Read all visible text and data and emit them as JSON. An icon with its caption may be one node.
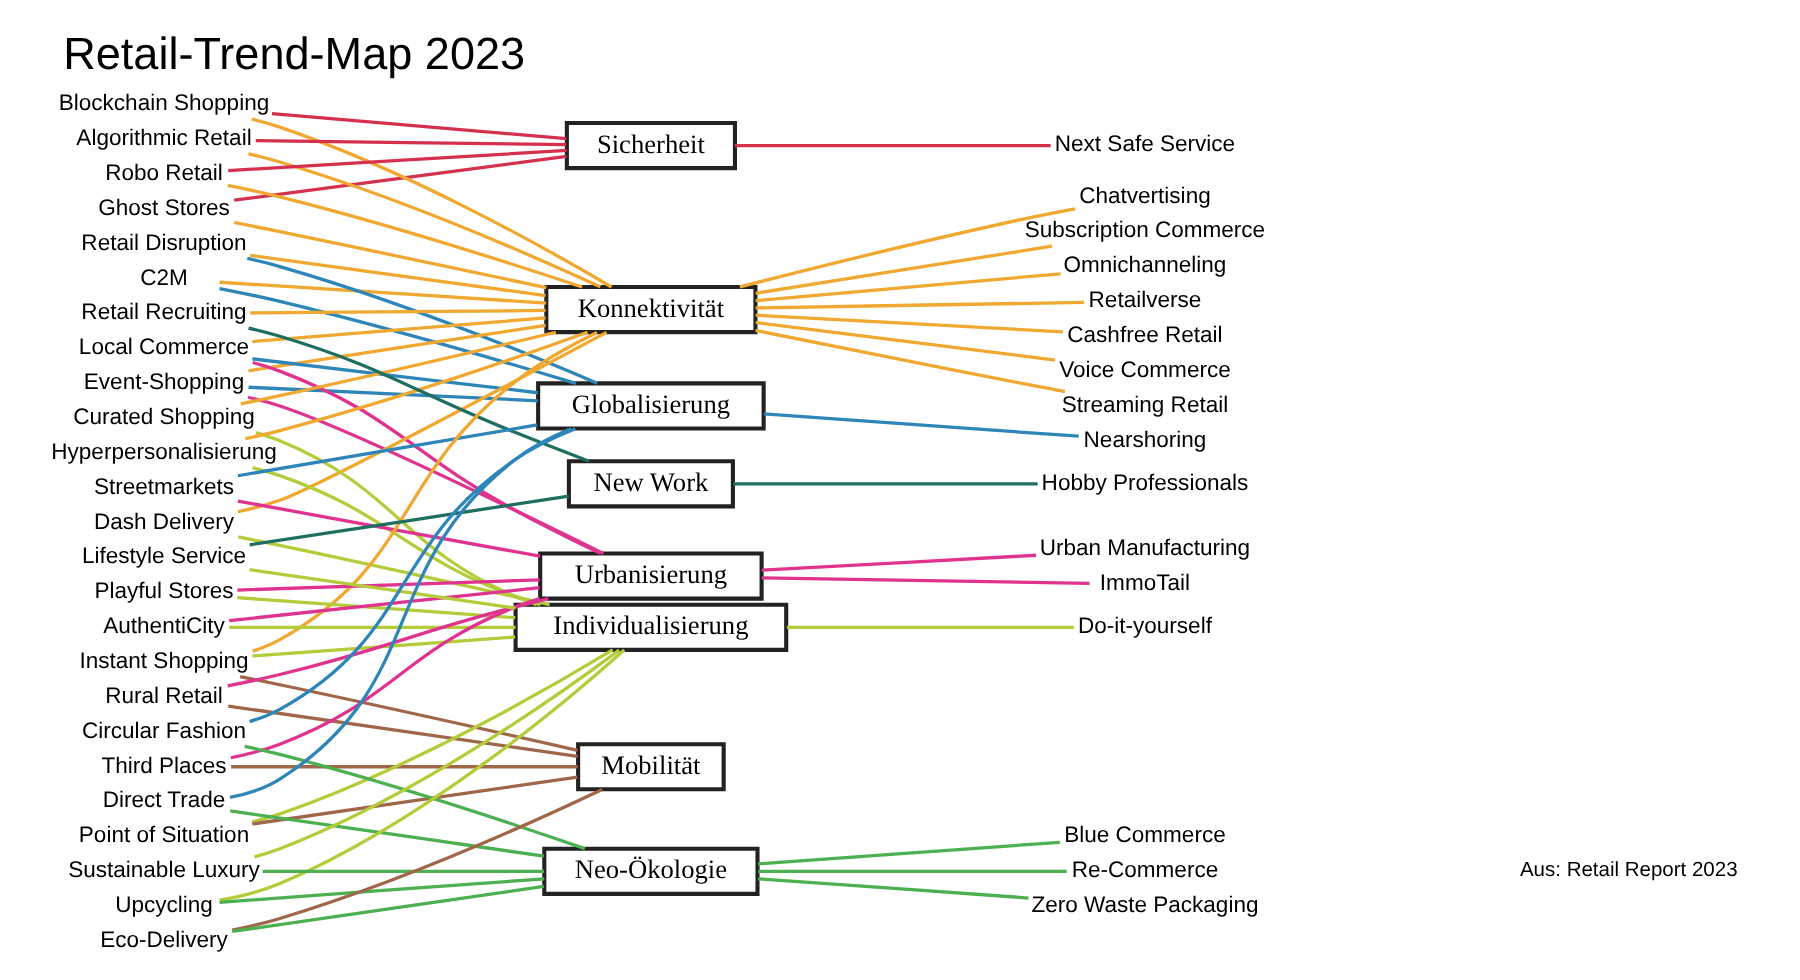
{
  "diagram": {
    "title": "Retail-Trend-Map 2023",
    "nodes": [
      {
        "text": [
          "Ghost Stores"
        ]
      },
      {
        "text": [
          "Blockchain Shopping"
        ]
      },
      {
        "text": [
          "Algorithmic Retail"
        ]
      },
      {
        "text": [
          "Robo Retail"
        ]
      },
      {
        "text": [
          "C2M"
        ]
      },
      {
        "text": [
          "Retail Disruption"
        ]
      },
      {
        "text": [
          "Event-Shopping"
        ]
      },
      {
        "text": [
          "Local Commerce"
        ]
      },
      {
        "text": [
          "Dash Delivery"
        ]
      },
      {
        "text": [
          "Curated Shopping"
        ]
      },
      {
        "text": [
          "Hyperpersonalisierung"
        ]
      },
      {
        "text": [
          "Retail Recruiting"
        ]
      },
      {
        "text": [
          "Streetmarkets"
        ]
      },
      {
        "text": [
          "Instant Shopping"
        ]
      },
      {
        "text": [
          "Playful Stores"
        ]
      },
      {
        "text": [
          "AuthentiCity"
        ]
      },
      {
        "text": [
          "Rural Retail"
        ]
      },
      {
        "text": [
          "Third Places"
        ]
      },
      {
        "text": [
          "Lifestyle Service"
        ]
      },
      {
        "text": [
          "Point of Situation"
        ]
      },
      {
        "text": [
          "Circular Fashion"
        ]
      },
      {
        "text": [
          "Direct Trade"
        ]
      },
      {
        "text": [
          "Upcycling"
        ]
      },
      {
        "text": [
          "Sustainable Luxury"
        ]
      },
      {
        "text": [
          "Eco-Delivery"
        ]
      },
      {
        "text": [
          "Sicherheit"
        ]
      },
      {
        "text": [
          "Konnektivität"
        ]
      },
      {
        "text": [
          "Globalisierung"
        ]
      },
      {
        "text": [
          "Urbanisierung"
        ]
      },
      {
        "text": [
          "Individualisierung"
        ]
      },
      {
        "text": [
          "New Work"
        ]
      },
      {
        "text": [
          "Mobilität"
        ]
      },
      {
        "text": [
          "Neo-Ökologie"
        ]
      },
      {
        "text": [
          "Next Safe Service"
        ]
      },
      {
        "text": [
          "Retailverse"
        ]
      },
      {
        "text": [
          "Cashfree Retail"
        ]
      },
      {
        "text": [
          "Voice Commerce"
        ]
      },
      {
        "text": [
          "Streaming Retail"
        ]
      },
      {
        "text": [
          "Chatvertising"
        ]
      },
      {
        "text": [
          "Subscription Commerce"
        ]
      },
      {
        "text": [
          "Omnichanneling"
        ]
      },
      {
        "text": [
          "Nearshoring"
        ]
      },
      {
        "text": [
          "ImmoTail"
        ]
      },
      {
        "text": [
          "Urban Manufacturing"
        ]
      },
      {
        "text": [
          "Do-it-yourself"
        ]
      },
      {
        "text": [
          "Hobby Professionals"
        ]
      },
      {
        "text": [
          "Zero Waste Packaging"
        ]
      },
      {
        "text": [
          "Blue Commerce"
        ]
      },
      {
        "text": [
          "Re-Commerce"
        ]
      }
    ],
    "edges": [
      {
        "from": 0,
        "to": 25,
        "arrow": "none",
        "color": "#d6304f"
      },
      {
        "from": 0,
        "to": 26,
        "arrow": "none",
        "color": "#f0a830"
      },
      {
        "from": 1,
        "to": 25,
        "arrow": "none",
        "color": "#d6304f"
      },
      {
        "from": 1,
        "to": 26,
        "arrow": "none",
        "color": "#f0a830"
      },
      {
        "from": 2,
        "to": 25,
        "arrow": "none",
        "color": "#d6304f"
      },
      {
        "from": 2,
        "to": 26,
        "arrow": "none",
        "color": "#f0a830"
      },
      {
        "from": 3,
        "to": 25,
        "arrow": "none",
        "color": "#d6304f"
      },
      {
        "from": 3,
        "to": 26,
        "arrow": "none",
        "color": "#f0a830"
      },
      {
        "from": 4,
        "to": 26,
        "arrow": "none",
        "color": "#f0a830"
      },
      {
        "from": 4,
        "to": 27,
        "arrow": "none",
        "color": "#2e86b8"
      },
      {
        "from": 5,
        "to": 26,
        "arrow": "none",
        "color": "#f0a830"
      },
      {
        "from": 5,
        "to": 27,
        "arrow": "none",
        "color": "#2e86b8"
      },
      {
        "from": 6,
        "to": 26,
        "arrow": "none",
        "color": "#f0a830"
      },
      {
        "from": 6,
        "to": 27,
        "arrow": "none",
        "color": "#2e86b8"
      },
      {
        "from": 6,
        "to": 28,
        "arrow": "none",
        "color": "#e0338f"
      },
      {
        "from": 7,
        "to": 26,
        "arrow": "none",
        "color": "#f0a830"
      },
      {
        "from": 7,
        "to": 27,
        "arrow": "none",
        "color": "#2e86b8"
      },
      {
        "from": 7,
        "to": 28,
        "arrow": "none",
        "color": "#e0338f"
      },
      {
        "from": 8,
        "to": 26,
        "arrow": "none",
        "color": "#f0a830"
      },
      {
        "from": 8,
        "to": 29,
        "arrow": "none",
        "color": "#b5cc3a"
      },
      {
        "from": 9,
        "to": 26,
        "arrow": "none",
        "color": "#f0a830"
      },
      {
        "from": 9,
        "to": 29,
        "arrow": "none",
        "color": "#b5cc3a"
      },
      {
        "from": 10,
        "to": 26,
        "arrow": "none",
        "color": "#f0a830"
      },
      {
        "from": 10,
        "to": 29,
        "arrow": "none",
        "color": "#b5cc3a"
      },
      {
        "from": 11,
        "to": 26,
        "arrow": "none",
        "color": "#f0a830"
      },
      {
        "from": 11,
        "to": 30,
        "arrow": "none",
        "color": "#1f6e62"
      },
      {
        "from": 12,
        "to": 27,
        "arrow": "none",
        "color": "#2e86b8"
      },
      {
        "from": 12,
        "to": 28,
        "arrow": "none",
        "color": "#e0338f"
      },
      {
        "from": 13,
        "to": 26,
        "arrow": "none",
        "color": "#f0a830"
      },
      {
        "from": 13,
        "to": 29,
        "arrow": "none",
        "color": "#b5cc3a"
      },
      {
        "from": 13,
        "to": 31,
        "arrow": "none",
        "color": "#a0664a"
      },
      {
        "from": 14,
        "to": 28,
        "arrow": "none",
        "color": "#e0338f"
      },
      {
        "from": 14,
        "to": 29,
        "arrow": "none",
        "color": "#b5cc3a"
      },
      {
        "from": 15,
        "to": 28,
        "arrow": "none",
        "color": "#e0338f"
      },
      {
        "from": 15,
        "to": 29,
        "arrow": "none",
        "color": "#b5cc3a"
      },
      {
        "from": 16,
        "to": 28,
        "arrow": "none",
        "color": "#e0338f"
      },
      {
        "from": 16,
        "to": 31,
        "arrow": "none",
        "color": "#a0664a"
      },
      {
        "from": 17,
        "to": 28,
        "arrow": "none",
        "color": "#e0338f"
      },
      {
        "from": 17,
        "to": 31,
        "arrow": "none",
        "color": "#a0664a"
      },
      {
        "from": 18,
        "to": 29,
        "arrow": "none",
        "color": "#b5cc3a"
      },
      {
        "from": 18,
        "to": 30,
        "arrow": "none",
        "color": "#1f6e62"
      },
      {
        "from": 19,
        "to": 29,
        "arrow": "none",
        "color": "#b5cc3a"
      },
      {
        "from": 19,
        "to": 31,
        "arrow": "none",
        "color": "#a0664a"
      },
      {
        "from": 20,
        "to": 27,
        "arrow": "none",
        "color": "#2e86b8"
      },
      {
        "from": 20,
        "to": 32,
        "arrow": "none",
        "color": "#4cb050"
      },
      {
        "from": 21,
        "to": 27,
        "arrow": "none",
        "color": "#2e86b8"
      },
      {
        "from": 21,
        "to": 32,
        "arrow": "none",
        "color": "#4cb050"
      },
      {
        "from": 22,
        "to": 29,
        "arrow": "none",
        "color": "#b5cc3a"
      },
      {
        "from": 22,
        "to": 32,
        "arrow": "none",
        "color": "#4cb050"
      },
      {
        "from": 23,
        "to": 29,
        "arrow": "none",
        "color": "#b5cc3a"
      },
      {
        "from": 23,
        "to": 32,
        "arrow": "none",
        "color": "#4cb050"
      },
      {
        "from": 24,
        "to": 31,
        "arrow": "none",
        "color": "#a0664a"
      },
      {
        "from": 24,
        "to": 32,
        "arrow": "none",
        "color": "#4cb050"
      },
      {
        "from": 25,
        "to": 33,
        "arrow": "none",
        "color": "#d6304f"
      },
      {
        "from": 26,
        "to": 34,
        "arrow": "none",
        "color": "#f0a830"
      },
      {
        "from": 26,
        "to": 35,
        "arrow": "none",
        "color": "#f0a830"
      },
      {
        "from": 26,
        "to": 36,
        "arrow": "none",
        "color": "#f0a830"
      },
      {
        "from": 26,
        "to": 37,
        "arrow": "none",
        "color": "#f0a830"
      },
      {
        "from": 26,
        "to": 38,
        "arrow": "none",
        "color": "#f0a830"
      },
      {
        "from": 26,
        "to": 39,
        "arrow": "none",
        "color": "#f0a830"
      },
      {
        "from": 26,
        "to": 40,
        "arrow": "none",
        "color": "#f0a830"
      },
      {
        "from": 27,
        "to": 41,
        "arrow": "none",
        "color": "#2e86b8"
      },
      {
        "from": 28,
        "to": 42,
        "arrow": "none",
        "color": "#e0338f"
      },
      {
        "from": 28,
        "to": 43,
        "arrow": "none",
        "color": "#e0338f"
      },
      {
        "from": 29,
        "to": 44,
        "arrow": "none",
        "color": "#b5cc3a"
      },
      {
        "from": 30,
        "to": 45,
        "arrow": "none",
        "color": "#1f6e62"
      },
      {
        "from": 32,
        "to": 46,
        "arrow": "none",
        "color": "#4cb050"
      },
      {
        "from": 32,
        "to": 47,
        "arrow": "none",
        "color": "#4cb050"
      },
      {
        "from": 32,
        "to": 48,
        "arrow": "none",
        "color": "#4cb050"
      }
    ],
    "labels": [
      "Aus: Retail Report 2023"
    ]
  }
}
